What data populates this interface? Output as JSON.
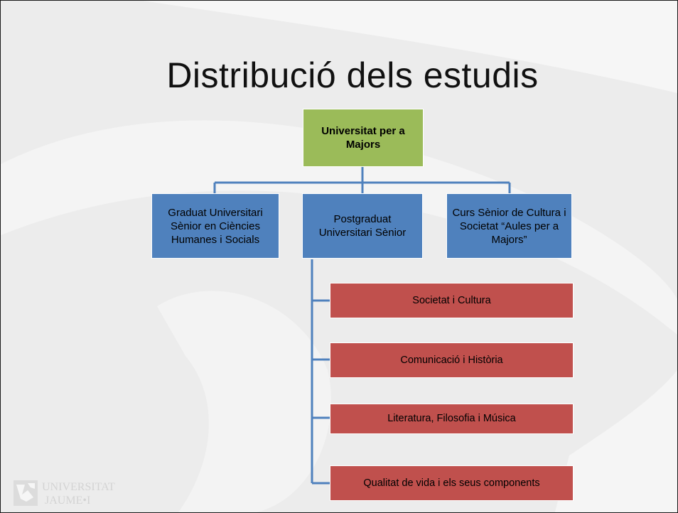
{
  "slide": {
    "title": "Distribució dels estudis"
  },
  "chart": {
    "root": "Universitat per a Majors",
    "level1": [
      {
        "id": "graduat",
        "label": "Graduat Universitari Sènior en Ciències Humanes i Socials"
      },
      {
        "id": "postgraduat",
        "label": "Postgraduat Universitari Sènior"
      },
      {
        "id": "curs",
        "label": "Curs Sènior de Cultura i Societat “Aules per a Majors”"
      }
    ],
    "postgraduat_children": [
      "Societat i Cultura",
      "Comunicació i Història",
      "Literatura, Filosofia i Música",
      "Qualitat de vida i els seus components"
    ]
  },
  "logo": {
    "line1": "UNIVERSITAT",
    "line2": "JAUME•I"
  },
  "colors": {
    "root_fill": "#9bbb59",
    "level1_fill": "#4f81bd",
    "children_fill": "#c0504d",
    "connector": "#4f81bd",
    "background": "#ececec"
  }
}
